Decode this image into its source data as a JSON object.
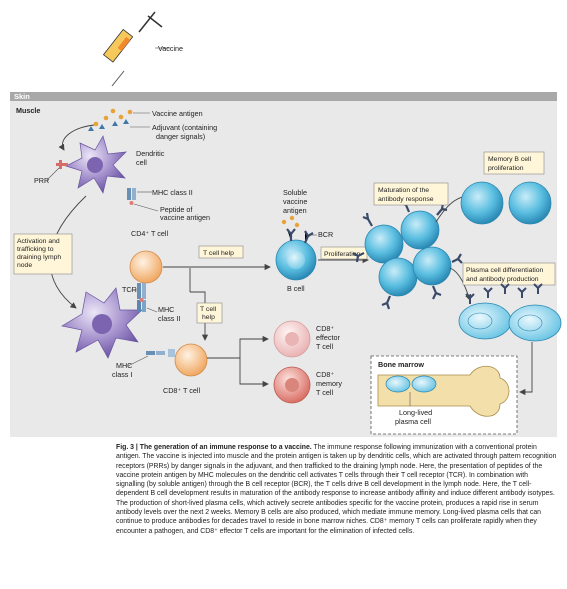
{
  "labels": {
    "vaccine": "Vaccine",
    "skin": "Skin",
    "muscle": "Muscle",
    "vaccine_antigen": "Vaccine antigen",
    "adjuvant_1": "Adjuvant (containing",
    "adjuvant_2": "danger signals)",
    "prr": "PRR",
    "dendritic_1": "Dendritic",
    "dendritic_2": "cell",
    "mhc2_top": "MHC class II",
    "peptide_1": "Peptide of",
    "peptide_2": "vaccine antigen",
    "activation_1": "Activation and",
    "activation_2": "trafficking to",
    "activation_3": "draining lymph",
    "activation_4": "node",
    "cd4": "CD4⁺ T cell",
    "tcr": "TCR",
    "mhc_1": "MHC",
    "mhc2_low": "class II",
    "mhc1_1": "MHC",
    "mhc1_2": "class I",
    "cd8": "CD8⁺ T cell",
    "t_help_1": "T cell help",
    "t_help_2a": "T cell",
    "t_help_2b": "help",
    "soluble_1": "Soluble",
    "soluble_2": "vaccine",
    "soluble_3": "antigen",
    "bcr": "BCR",
    "bcell": "B cell",
    "proliferation": "Proliferation",
    "maturation_1": "Maturation of the",
    "maturation_2": "antibody response",
    "mem_b_1": "Memory B cell",
    "mem_b_2": "proliferation",
    "plasma_diff_1": "Plasma cell differentiation",
    "plasma_diff_2": "and antibody production",
    "cd8_eff_1": "CD8⁺",
    "cd8_eff_2": "effector",
    "cd8_eff_3": "T cell",
    "cd8_mem_1": "CD8⁺",
    "cd8_mem_2": "memory",
    "cd8_mem_3": "T cell",
    "bone_marrow": "Bone marrow",
    "long_lived_1": "Long-lived",
    "long_lived_2": "plasma cell"
  },
  "caption": {
    "label": "Fig. 3 | ",
    "title": "The generation of an immune response to a vaccine.",
    "body": " The immune response following immunization with a conventional protein antigen. The vaccine is injected into muscle and the protein antigen is taken up by dendritic cells, which are activated through pattern recognition receptors (PRRs) by danger signals in the adjuvant, and then trafficked to the draining lymph node. Here, the presentation of peptides of the vaccine protein antigen by MHC molecules on the dendritic cell activates T cells through their T cell receptor (TCR). In combination with signalling (by soluble antigen) through the B cell receptor (BCR), the T cells drive B cell development in the lymph node. Here, the T cell-dependent B cell development results in maturation of the antibody response to increase antibody affinity and induce different antibody isotypes. The production of short-lived plasma cells, which actively secrete antibodies specific for the vaccine protein, produces a rapid rise in serum antibody levels over the next 2 weeks. Memory B cells are also produced, which mediate immune memory. Long-lived plasma cells that can continue to produce antibodies for decades travel to reside in bone marrow niches. CD8⁺ memory T cells can proliferate rapidly when they encounter a pathogen, and CD8⁺ effector T cells are important for the elimination of infected cells."
  },
  "colors": {
    "dendritic": "#9b84c4",
    "bcell": "#3fa8cf",
    "tcell": "#f2b47a",
    "cd8_effector": "#f0c7c7",
    "cd8_memory": "#e38e86",
    "skin": "#a9a9a9",
    "tissue": "#e8e8e8",
    "label_box": "#fff6d9"
  }
}
